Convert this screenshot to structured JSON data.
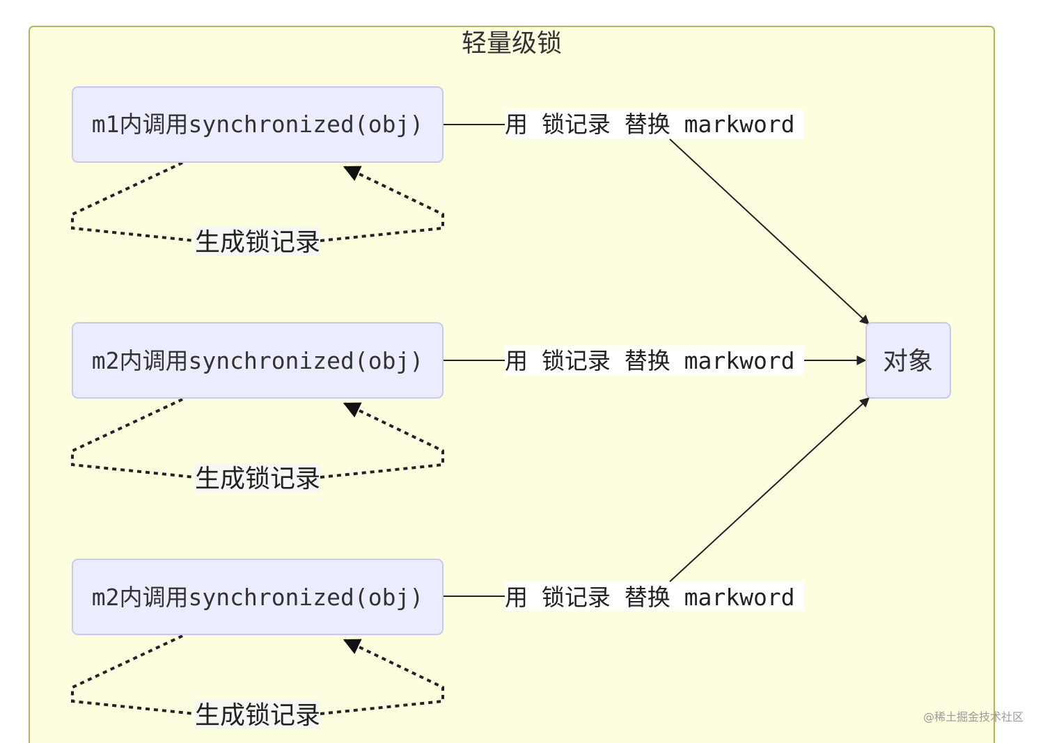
{
  "cluster": {
    "title": "轻量级锁"
  },
  "callers": [
    {
      "label": "m1内调用synchronized(obj)",
      "edge_label": "用 锁记录 替换 markword",
      "loop_label": "生成锁记录"
    },
    {
      "label": "m2内调用synchronized(obj)",
      "edge_label": "用 锁记录 替换 markword",
      "loop_label": "生成锁记录"
    },
    {
      "label": "m2内调用synchronized(obj)",
      "edge_label": "用 锁记录 替换 markword",
      "loop_label": "生成锁记录"
    }
  ],
  "target": {
    "label": "对象"
  },
  "watermark": {
    "text": "@稀土掘金技术社区"
  },
  "colors": {
    "cluster_fill": "#fdfde0",
    "cluster_stroke": "#b3b35a",
    "node_fill": "#ececff",
    "node_stroke": "#c8c8f0",
    "edge": "#222222"
  }
}
